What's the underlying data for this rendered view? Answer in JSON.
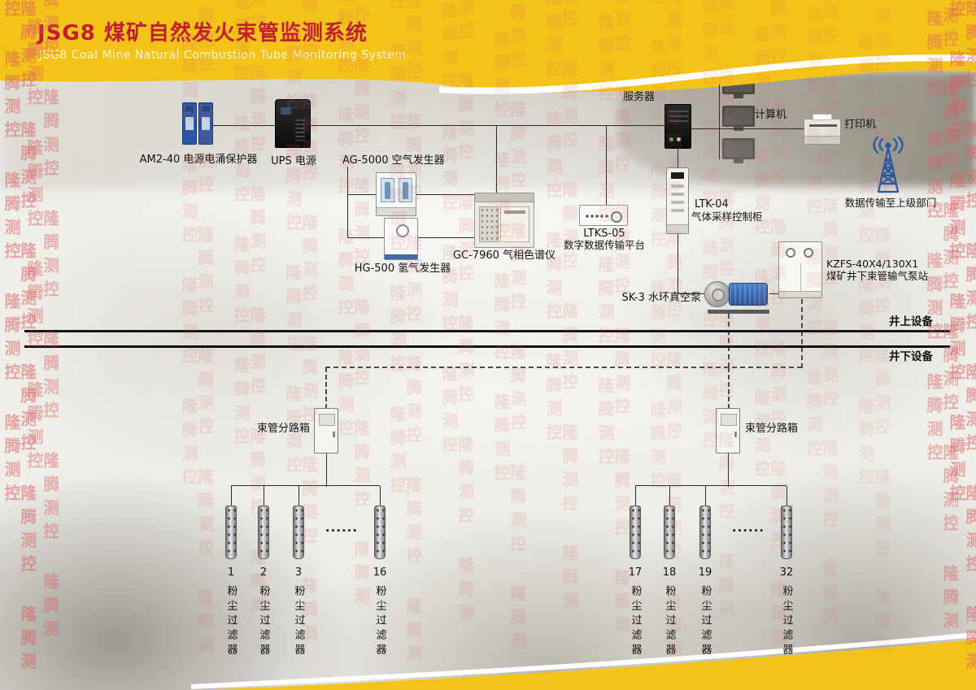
{
  "header": {
    "title": "JSG8 煤矿自然发火束管监测系统",
    "subtitle": "JSG8 Coal Mine Natural Combustion Tube Monitoring System"
  },
  "watermark": {
    "text": "隆腾测控"
  },
  "sections": {
    "surface_label": "井上设备",
    "underground_label": "井下设备"
  },
  "devices": {
    "surge_protector": {
      "label": "AM2-40 电源电涌保护器"
    },
    "ups": {
      "label": "UPS 电源"
    },
    "air_generator": {
      "label": "AG-5000 空气发生器"
    },
    "hydrogen_generator": {
      "label": "HG-500 氢气发生器"
    },
    "gas_chromatograph": {
      "label": "GC-7960 气相色谱仪"
    },
    "data_platform": {
      "model": "LTKS-05",
      "name": "数字数据传输平台"
    },
    "server": {
      "label": "服务器"
    },
    "computer": {
      "label": "计算机"
    },
    "printer": {
      "label": "打印机"
    },
    "uplink": {
      "label": "数据传输至上级部门"
    },
    "sampling_cabinet": {
      "model": "LTK-04",
      "name": "气体采样控制柜"
    },
    "pump_station": {
      "model": "KZFS-40X4/130X1",
      "name": "煤矿井下束管输气泵站"
    },
    "vacuum_pump": {
      "label": "SK-3 水环真空泵"
    },
    "branch_box_left": {
      "label": "束管分路箱"
    },
    "branch_box_right": {
      "label": "束管分路箱"
    }
  },
  "filters": {
    "name": "粉尘过滤器",
    "ellipsis": "......",
    "left_numbers": [
      "1",
      "2",
      "3",
      "16"
    ],
    "right_numbers": [
      "17",
      "18",
      "19",
      "32"
    ]
  },
  "colors": {
    "banner_yellow": "#f4c31a",
    "title_red": "#bf1f2d",
    "watermark_red": "#d95f5f",
    "line_black": "#2b2b2b",
    "device_blue": "#2d57a6"
  }
}
